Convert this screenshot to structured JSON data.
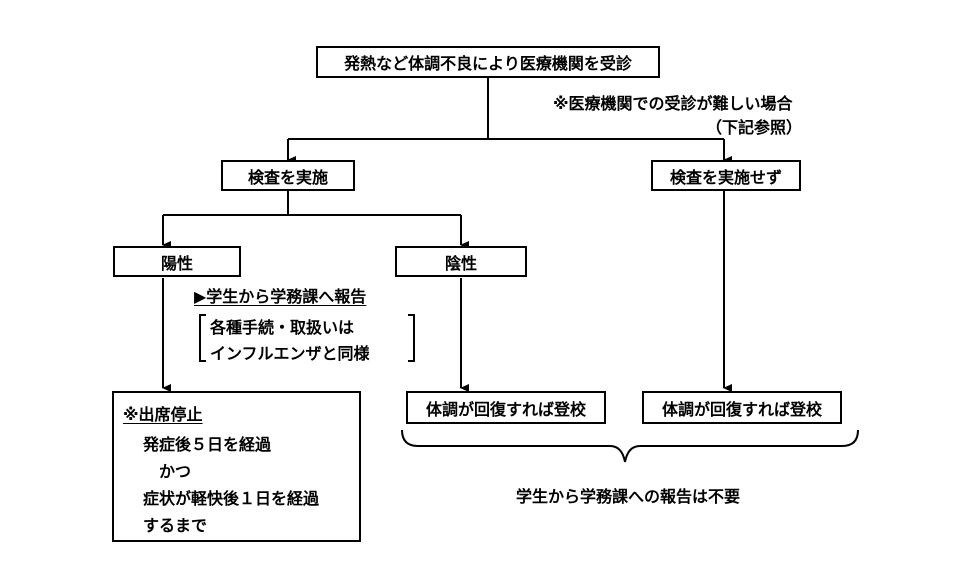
{
  "top_box": "発熱など体調不良により医療機関を受診",
  "note": {
    "line1": "※医療機関での受診が難しい場合",
    "line2": "（下記参照）"
  },
  "test_done": "検査を実施",
  "test_not_done": "検査を実施せず",
  "positive": "陽性",
  "negative": "陰性",
  "report_heading": "▶学生から学務課へ報告",
  "procedures": {
    "line1": "各種手続・取扱いは",
    "line2": "インフルエンザと同様"
  },
  "attendance_stop": {
    "title": "※出席停止",
    "line1": "発症後５日を経過",
    "line2": "かつ",
    "line3": "症状が軽快後１日を経過",
    "line4": "するまで"
  },
  "recover_negative": "体調が回復すれば登校",
  "recover_no_test": "体調が回復すれば登校",
  "no_report_needed": "学生から学務課への報告は不要"
}
